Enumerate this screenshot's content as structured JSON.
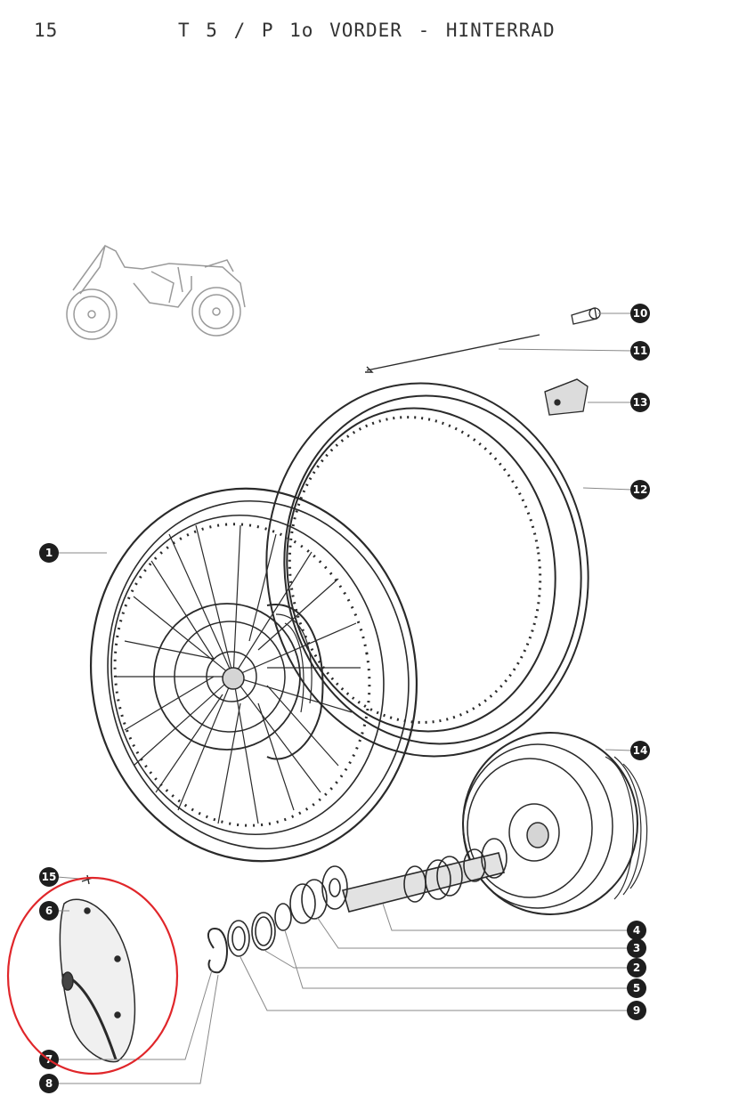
{
  "header": {
    "page_number": "15",
    "title": "T 5 / P 1o  VORDER - HINTERRAD"
  },
  "callouts": [
    "10",
    "11",
    "13",
    "12",
    "1",
    "14",
    "15",
    "6",
    "4",
    "3",
    "2",
    "5",
    "9",
    "7",
    "8"
  ],
  "highlight": {
    "color": "#e0262a",
    "shape": "ellipse"
  }
}
